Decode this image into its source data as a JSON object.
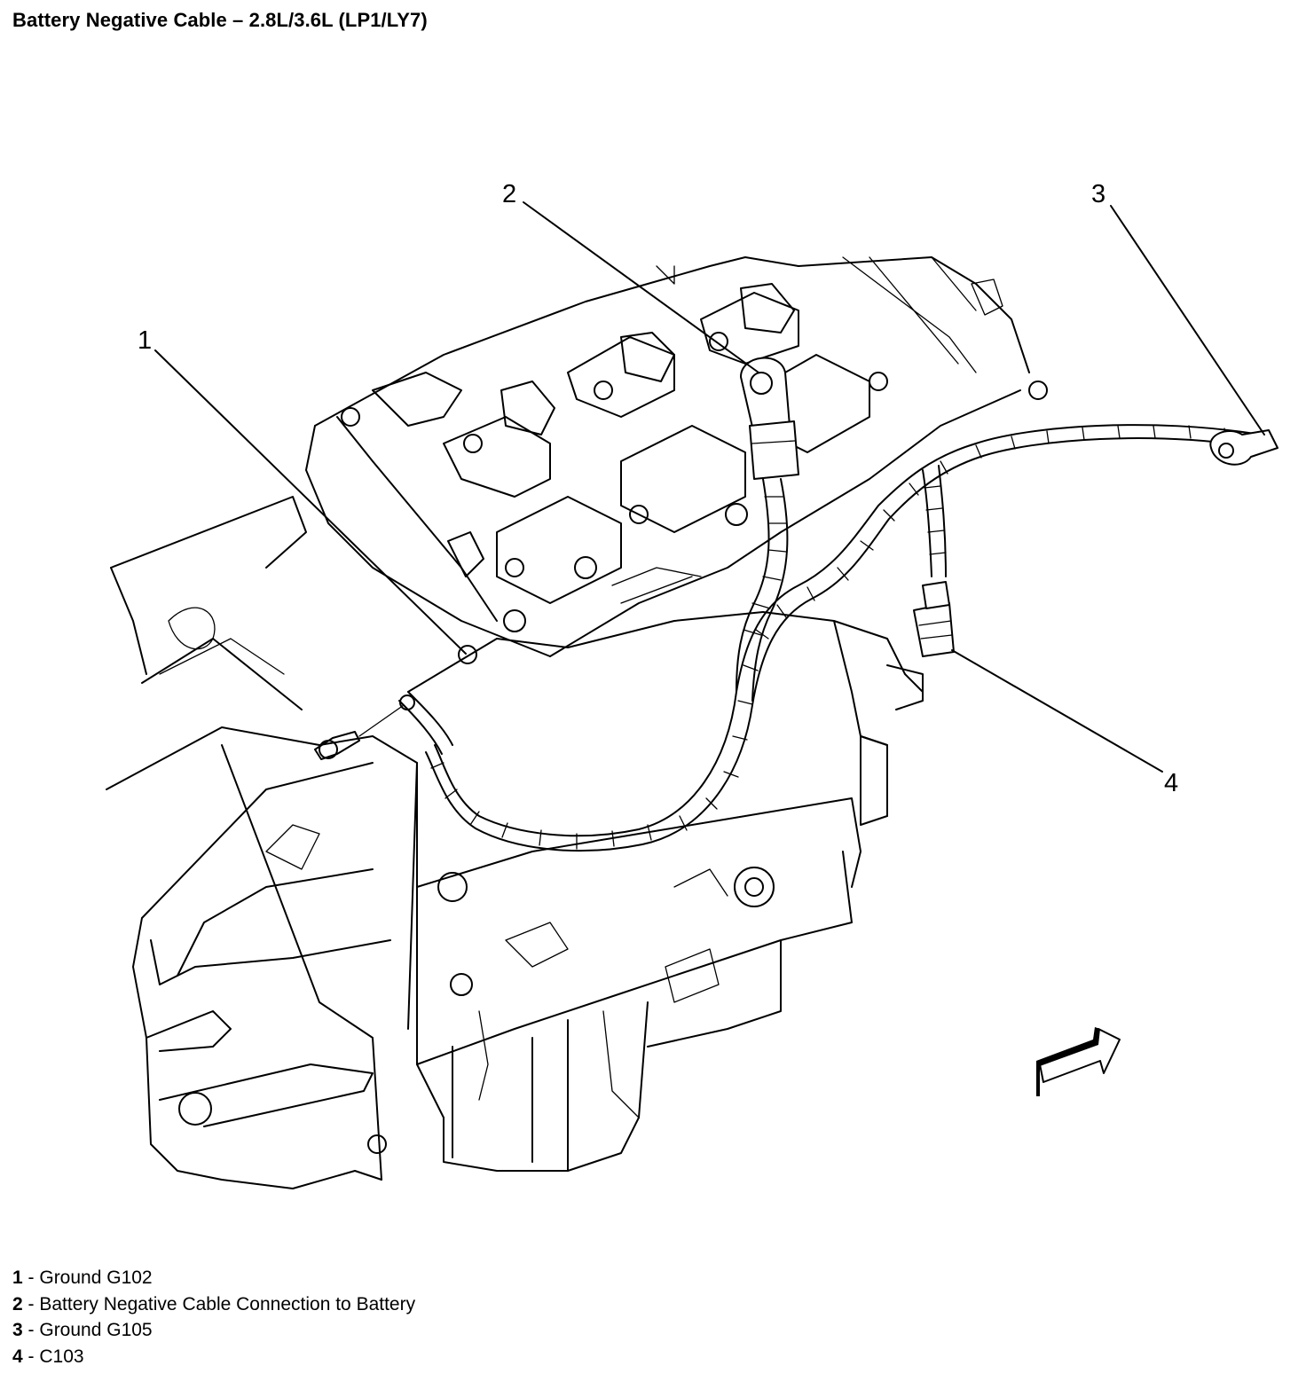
{
  "title": "Battery Negative Cable – 2.8L/3.6L (LP1/LY7)",
  "callouts": [
    {
      "number": "1",
      "label": "Ground G102"
    },
    {
      "number": "2",
      "label": "Battery Negative Cable Connection to Battery"
    },
    {
      "number": "3",
      "label": "Ground G105"
    },
    {
      "number": "4",
      "label": "C103"
    }
  ]
}
